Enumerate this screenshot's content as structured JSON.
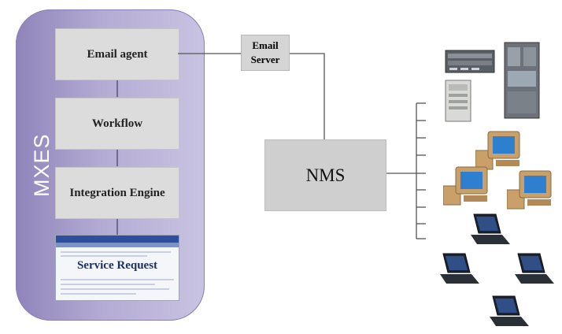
{
  "mxes": {
    "label": "MXES",
    "components": [
      "Email agent",
      "Workflow",
      "Integration Engine"
    ],
    "service_request": "Service Request"
  },
  "email_server": {
    "line1": "Email",
    "line2": "Server"
  },
  "nms": {
    "label": "NMS"
  },
  "devices": {
    "servers": [
      "rack-server-icon",
      "server-cabinet-icon",
      "tower-server-icon"
    ],
    "desktops": [
      "desktop-computer-icon",
      "desktop-computer-icon",
      "desktop-computer-icon"
    ],
    "laptops": [
      "laptop-icon",
      "laptop-icon",
      "laptop-icon",
      "laptop-icon"
    ]
  },
  "colors": {
    "mxes_panel": "#b3abd3",
    "component_box": "#dcdcdc",
    "nms_box": "#cfcfcf",
    "monitor_screen": "#2f7fd0",
    "computer_body": "#c9a06a"
  }
}
